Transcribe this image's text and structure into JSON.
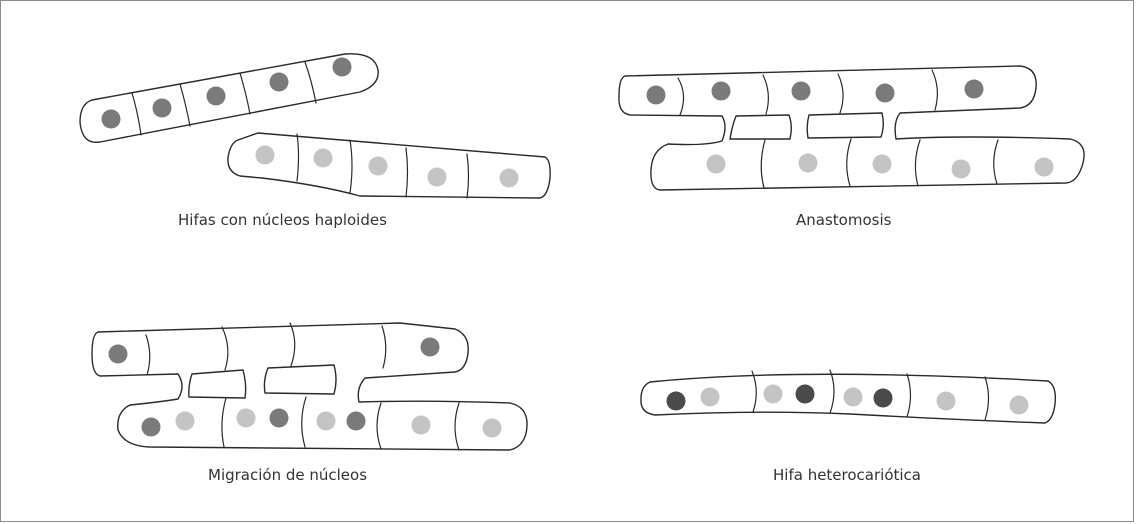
{
  "panels": {
    "haploid": {
      "caption": "Hifas con núcleos haploides"
    },
    "anastomosis": {
      "caption": "Anastomosis"
    },
    "migration": {
      "caption": "Migración de núcleos"
    },
    "heterokaryotic": {
      "caption": "Hifa heterocariótica"
    }
  },
  "colors": {
    "outline": "#2a2a2a",
    "nucleus_dark": "#7a7a7a",
    "nucleus_light": "#c4c4c4",
    "nucleus_darkest": "#4a4a4a",
    "frame": "#8a8a8a"
  }
}
